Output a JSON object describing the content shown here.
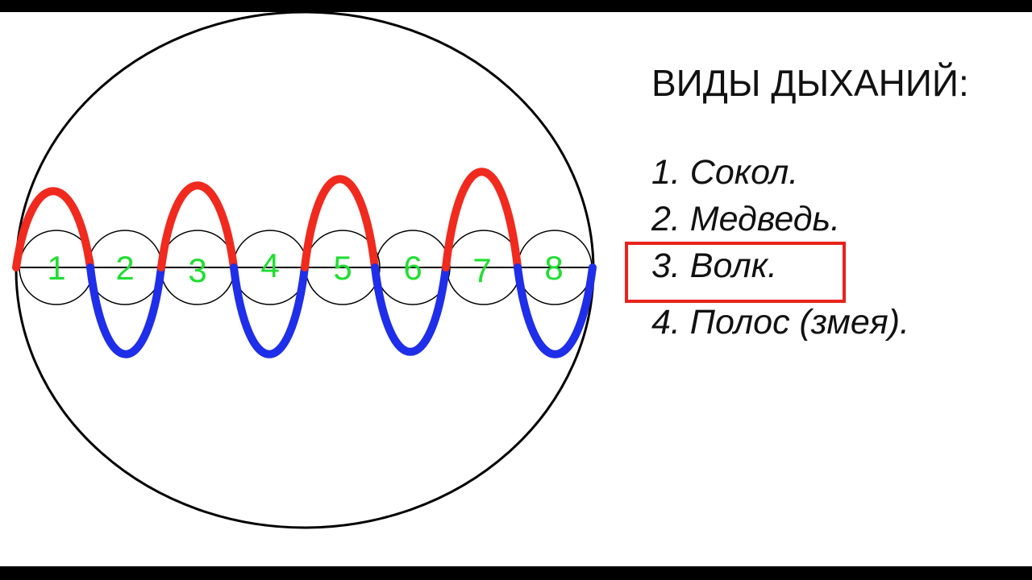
{
  "title": "ВИДЫ ДЫХАНИЙ:",
  "items": [
    {
      "label": "1. Сокол."
    },
    {
      "label": "2. Медведь."
    },
    {
      "label": "3. Волк.",
      "highlighted": true
    },
    {
      "label": "4. Полос (змея)."
    }
  ],
  "segments": [
    "1",
    "2",
    "3",
    "4",
    "5",
    "6",
    "7",
    "8"
  ],
  "colors": {
    "inhale": "#f02a1e",
    "exhale": "#1f2ee8",
    "numbers": "#22dd33",
    "highlight": "#e8231c"
  }
}
